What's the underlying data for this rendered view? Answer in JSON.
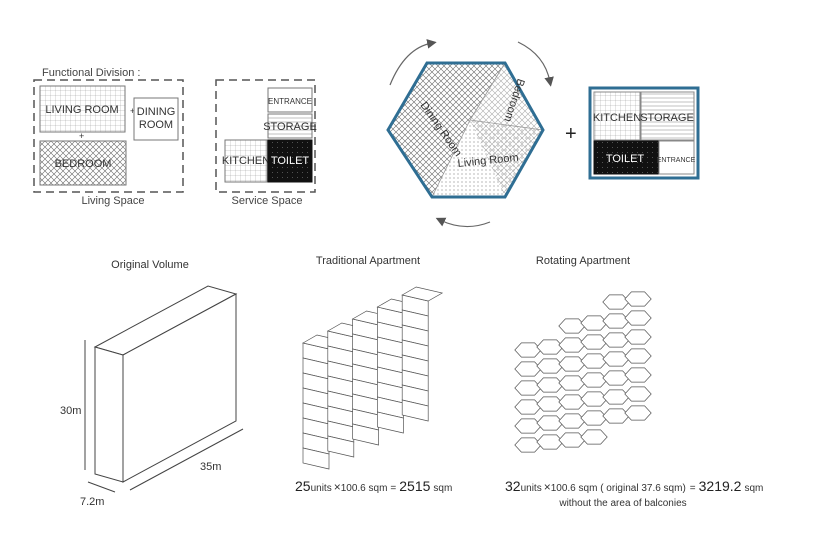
{
  "top": {
    "functional_division_label": "Functional Division :",
    "living_space": {
      "caption": "Living Space",
      "living_room": "LIVING ROOM",
      "dining_room_line1": "DINING",
      "dining_room_line2": "ROOM",
      "bedroom": "BEDROOM",
      "plus": "+"
    },
    "service_space": {
      "caption": "Service Space",
      "entrance": "ENTRANCE",
      "storage": "STORAGE",
      "kitchen": "KITCHEN",
      "toilet": "TOILET"
    },
    "hexagon": {
      "dining_room": "Dining Room",
      "bedroom": "Bedroom",
      "living_room": "Living Room"
    },
    "plus_sign": "+",
    "service_box": {
      "kitchen": "KITCHEN",
      "storage": "STORAGE",
      "toilet": "TOILET",
      "entrance": "ENTRANCE"
    },
    "accent_color": "#2f6e93"
  },
  "bottom": {
    "original_volume": {
      "title": "Original Volume",
      "height": "30m",
      "width": "35m",
      "depth": "7.2m"
    },
    "traditional": {
      "title": "Traditional Apartment",
      "units_number": "25",
      "units_word": "units",
      "times": "×",
      "unit_area": "100.6 sqm",
      "equals": "=",
      "total_number": "2515",
      "total_unit": "sqm"
    },
    "rotating": {
      "title": "Rotating Apartment",
      "units_number": "32",
      "units_word": "units",
      "times": "×",
      "unit_area": "100.6 sqm ( original 37.6 sqm)",
      "equals": "=",
      "total_number": "3219.2",
      "total_unit": "sqm",
      "note": "without the area of balconies"
    }
  }
}
